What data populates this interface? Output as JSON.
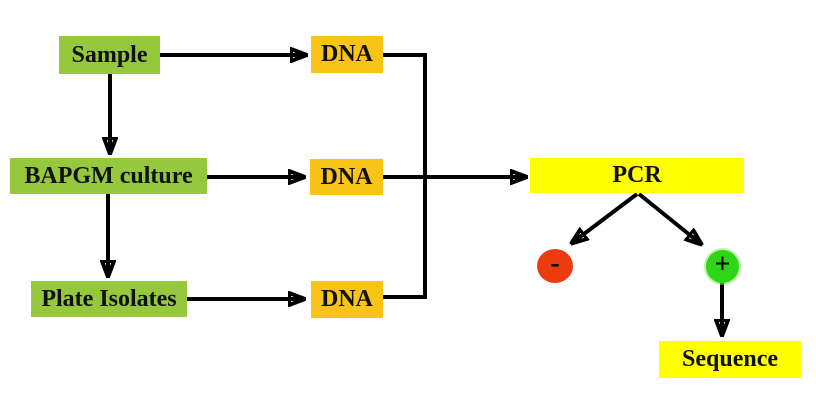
{
  "diagram": {
    "nodes": {
      "sample": {
        "label": "Sample"
      },
      "bapgm_culture": {
        "label": "BAPGM culture"
      },
      "plate_isolates": {
        "label": "Plate Isolates"
      },
      "dna_from_sample": {
        "label": "DNA"
      },
      "dna_from_culture": {
        "label": "DNA"
      },
      "dna_from_isolates": {
        "label": "DNA"
      },
      "pcr": {
        "label": "PCR"
      },
      "negative_result": {
        "label": "-"
      },
      "positive_result": {
        "label": "+"
      },
      "sequence": {
        "label": "Sequence"
      }
    },
    "edges": [
      {
        "from": "sample",
        "to": "dna_from_sample"
      },
      {
        "from": "sample",
        "to": "bapgm_culture"
      },
      {
        "from": "bapgm_culture",
        "to": "dna_from_culture"
      },
      {
        "from": "bapgm_culture",
        "to": "plate_isolates"
      },
      {
        "from": "plate_isolates",
        "to": "dna_from_isolates"
      },
      {
        "from": "dna_from_sample",
        "to": "pcr"
      },
      {
        "from": "dna_from_culture",
        "to": "pcr"
      },
      {
        "from": "dna_from_isolates",
        "to": "pcr"
      },
      {
        "from": "pcr",
        "to": "negative_result"
      },
      {
        "from": "pcr",
        "to": "positive_result"
      },
      {
        "from": "positive_result",
        "to": "sequence"
      }
    ],
    "colors": {
      "green_box": "#95C83C",
      "gold_box": "#FAC417",
      "yellow_box": "#FFFF00",
      "negative_circle": "#ED3B10",
      "positive_circle": "#2FD517",
      "connector": "#000000",
      "text": "#111111"
    }
  }
}
